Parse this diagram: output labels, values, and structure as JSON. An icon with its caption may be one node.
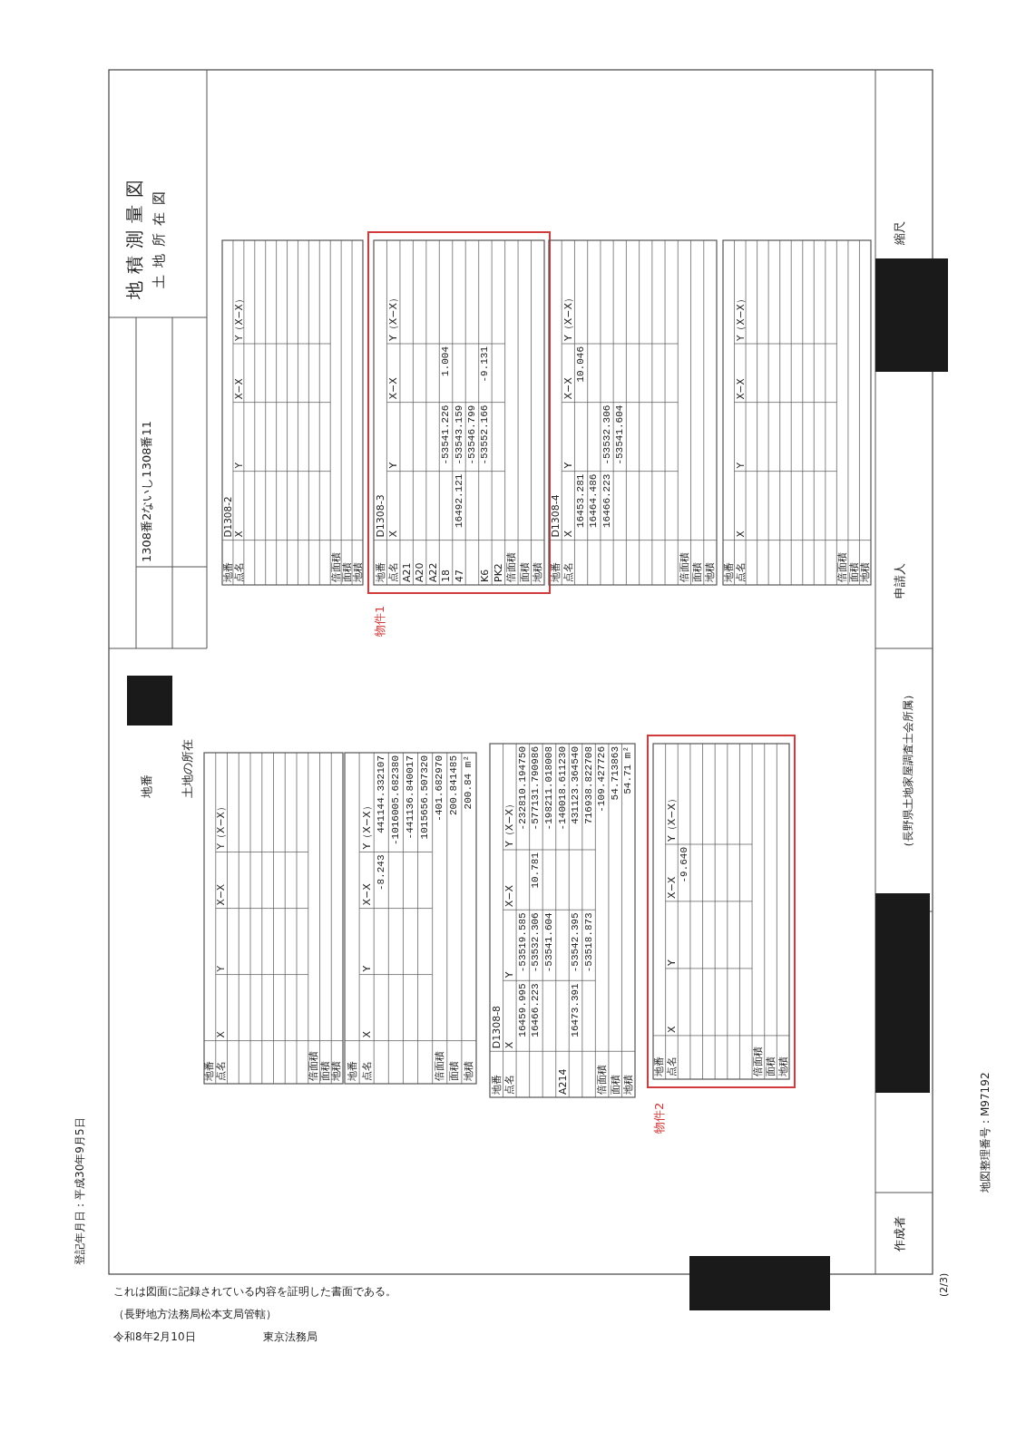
{
  "diagram": {
    "nodes": [
      {
        "text": [
          "物件1"
        ]
      },
      {
        "text": [
          "物件2"
        ]
      }
    ],
    "labels": [
      "地積測量図",
      "土地所在図",
      "地番",
      "1308番2ないし1308番11",
      "土地の所在",
      "地番",
      "D1308-2",
      "点名",
      "X",
      "Y",
      "X−X",
      "Y（X−X）",
      "倍面積",
      "面積",
      "地積",
      "地番",
      "D1308-3",
      "点名",
      "X",
      "Y",
      "X−X",
      "Y（X−X）",
      "A21",
      "A20",
      "A22",
      "18",
      "-53541.226",
      "1.004",
      "47",
      "16492.121",
      "-53543.159",
      "-53546.799",
      "K6",
      "-53552.166",
      "-9.131",
      "PK2",
      "倍面積",
      "面積",
      "地積",
      "地番",
      "D1308-4",
      "点名",
      "X",
      "Y",
      "X−X",
      "Y（X−X）",
      "16453.281",
      "10.046",
      "16464.486",
      "16466.223",
      "-53532.306",
      "-53541.604",
      "倍面積",
      "面積",
      "地積",
      "地番",
      "点名",
      "X",
      "Y",
      "X−X",
      "Y（X−X）",
      "倍面積",
      "面積",
      "地積",
      "地番",
      "点名",
      "X",
      "Y",
      "X−X",
      "Y（X−X）",
      "倍面積",
      "面積",
      "地積",
      "地番",
      "点名",
      "X",
      "Y",
      "X−X",
      "Y（X−X）",
      "-8.243",
      "441144.332107",
      "-1016005.682380",
      "-441136.840017",
      "1015656.507320",
      "倍面積",
      "-401.682970",
      "面積",
      "200.841485",
      "地積",
      "200.84 m²",
      "地番",
      "D1308-8",
      "点名",
      "X",
      "Y",
      "X−X",
      "Y（X−X）",
      "16459.995",
      "-53519.585",
      "-232810.194750",
      "16466.223",
      "-53532.306",
      "10.781",
      "-577131.790986",
      "-53541.604",
      "-198211.018008",
      "A214",
      "-140018.611230",
      "16473.391",
      "-53542.395",
      "431123.364540",
      "-53518.873",
      "716938.822708",
      "倍面積",
      "-109.427726",
      "面積",
      "54.713863",
      "地積",
      "54.71 m²",
      "地番",
      "点名",
      "X",
      "Y",
      "X−X",
      "Y（X−X）",
      "-9.640",
      "倍面積",
      "面積",
      "地積",
      "縮尺",
      "申請人",
      "（長野県土地家屋調査士会所属）",
      "作成者",
      "(2/3)",
      "登記年月日：平成30年9月5日",
      "これは図面に記録されている内容を証明した書面である。",
      "（長野地方法務局松本支局管轄）",
      "令和8年2月10日",
      "東京法務局",
      "地図整理番号：M97192"
    ]
  }
}
